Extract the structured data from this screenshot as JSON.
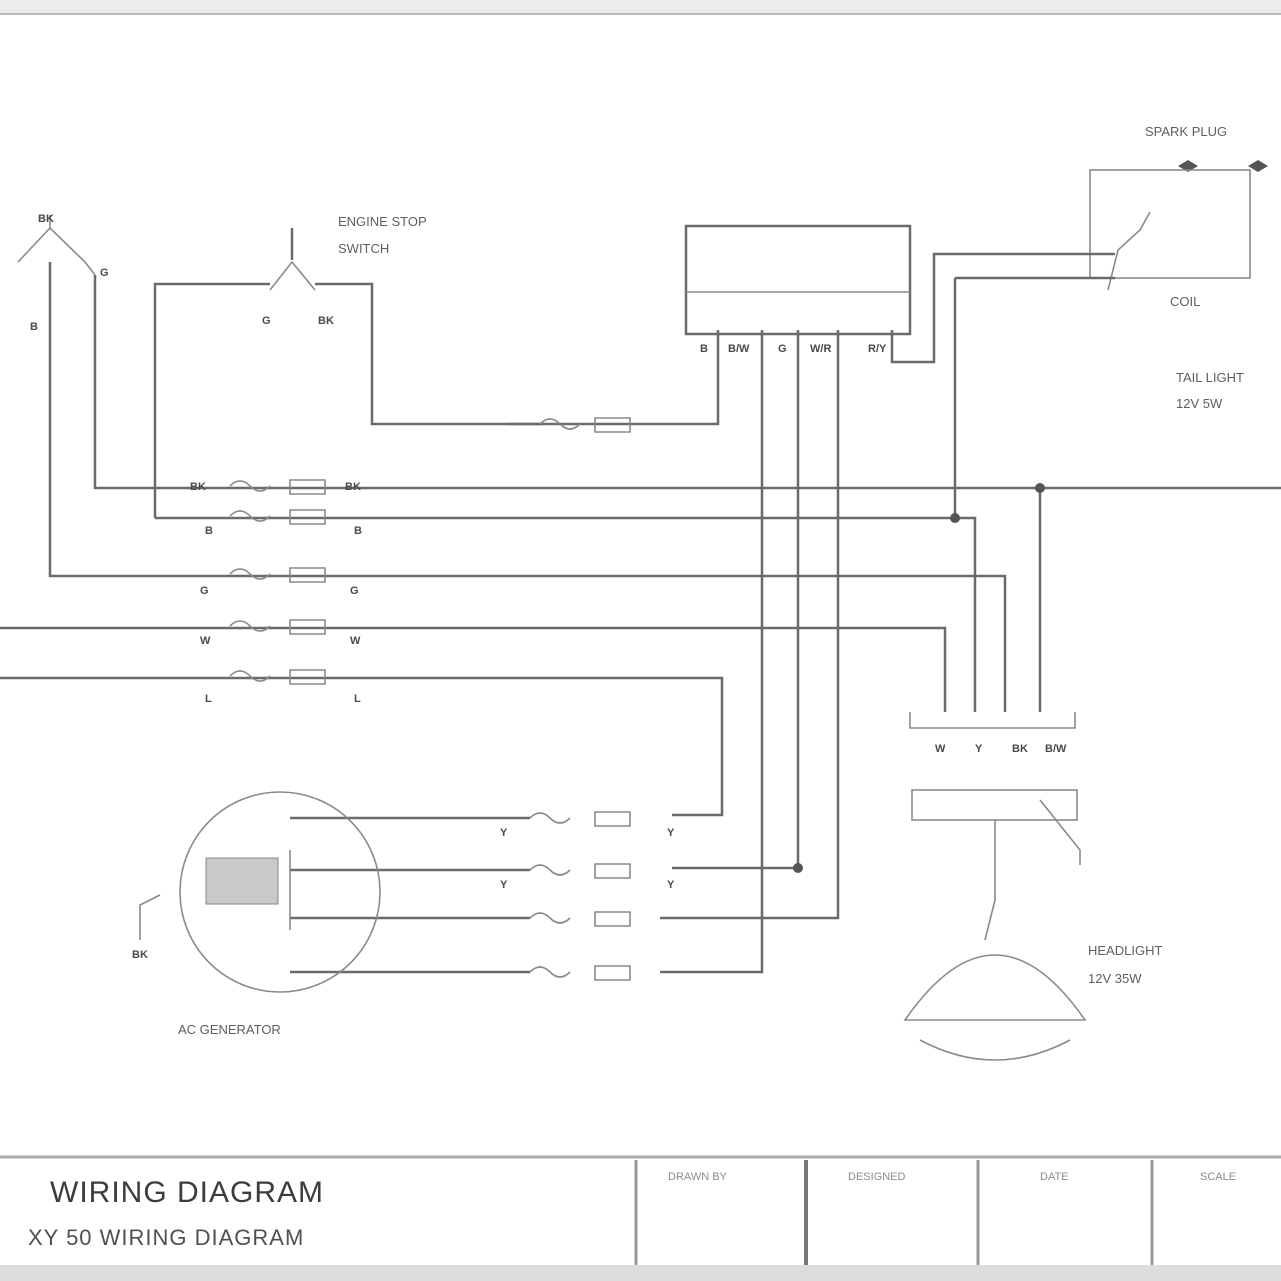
{
  "labels": {
    "engine_stop_switch": [
      "ENGINE STOP",
      "SWITCH"
    ],
    "spark_plugs": "SPARK PLUG",
    "coil": "COIL",
    "tail_light": [
      "TAIL LIGHT",
      "12V 5W"
    ],
    "headlight": [
      "HEADLIGHT",
      "12V 35W"
    ],
    "generator": "AC GENERATOR",
    "bk": "BK"
  },
  "module_pins": [
    "B",
    "B/W",
    "G",
    "W/R",
    "R/Y"
  ],
  "switch_pins": [
    "BK",
    "B",
    "G",
    "W",
    "L",
    "Y"
  ],
  "title_block": {
    "title": "WIRING DIAGRAM",
    "subtitle": "XY 50 WIRING DIAGRAM",
    "headers": [
      "DRAWN BY",
      "DESIGNED",
      "DATE",
      "SCALE"
    ]
  }
}
